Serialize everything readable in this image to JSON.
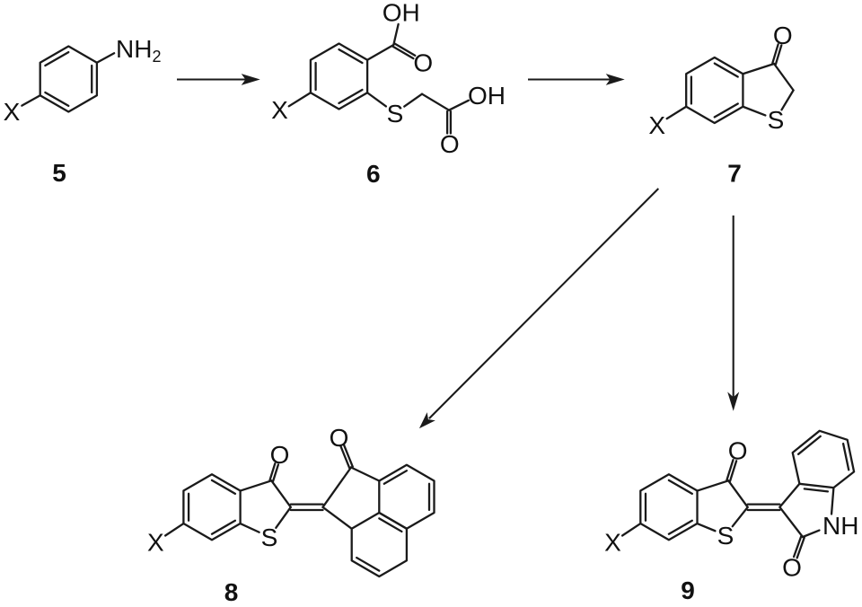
{
  "figure": {
    "type": "reaction-scheme",
    "background_color": "#ffffff",
    "bond_color": "#1a1a1a",
    "compounds": [
      {
        "number": "5",
        "labels": {
          "substituent_x": "X",
          "amine": "NH",
          "amine_subscript": "2"
        }
      },
      {
        "number": "6",
        "labels": {
          "substituent_x": "X",
          "acid_hydroxyl_top": "OH",
          "acid_carbonyl_top": "O",
          "sulfur": "S",
          "acid_hydroxyl_side": "OH",
          "acid_carbonyl_bottom": "O"
        }
      },
      {
        "number": "7",
        "labels": {
          "substituent_x": "X",
          "ketone_oxygen": "O",
          "sulfur": "S"
        }
      },
      {
        "number": "8",
        "labels": {
          "substituent_x": "X",
          "thiophenone_oxygen": "O",
          "acenaphthylenone_oxygen": "O",
          "sulfur": "S"
        }
      },
      {
        "number": "9",
        "labels": {
          "substituent_x": "X",
          "thiophenone_oxygen": "O",
          "sulfur": "S",
          "amide_nh": "NH",
          "amide_oxygen": "O"
        }
      }
    ]
  }
}
